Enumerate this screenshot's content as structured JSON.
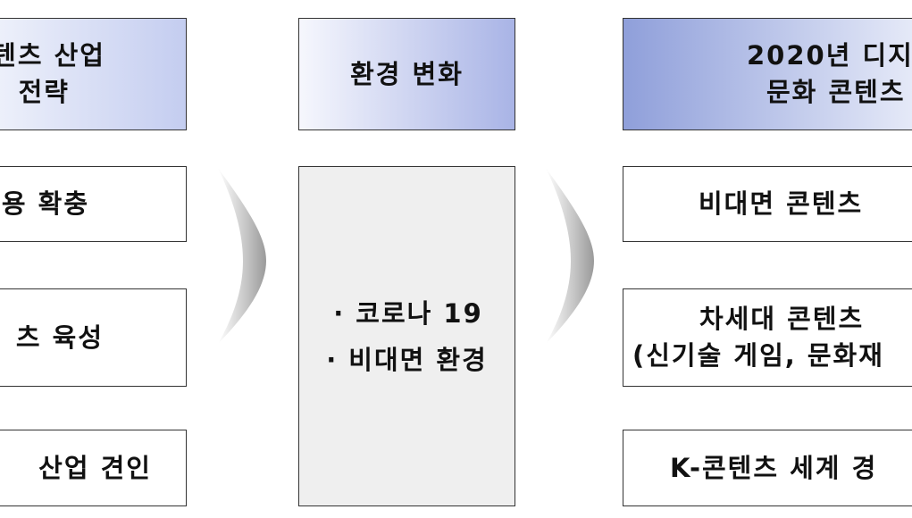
{
  "left_column": {
    "header": [
      "텐츠 산업",
      "전략"
    ],
    "items": [
      "용 확충",
      "츠 육성",
      "산업 견인"
    ]
  },
  "middle_column": {
    "header": "환경 변화",
    "body": [
      "· 코로나 19",
      "· 비대면 환경"
    ]
  },
  "right_column": {
    "header": [
      "2020년 디지",
      "문화 콘텐츠"
    ],
    "items": [
      [
        "비대면 콘텐츠"
      ],
      [
        "차세대 콘텐츠",
        "(신기술 게임, 문화재"
      ],
      [
        "K-콘텐츠 세계 경"
      ]
    ]
  },
  "colors": {
    "header_gradient_light": "#c4cdf0",
    "header_gradient_dark": "#8f9fda",
    "grey_panel": "#efefef",
    "arrow_grey": "#a9a9a9"
  }
}
